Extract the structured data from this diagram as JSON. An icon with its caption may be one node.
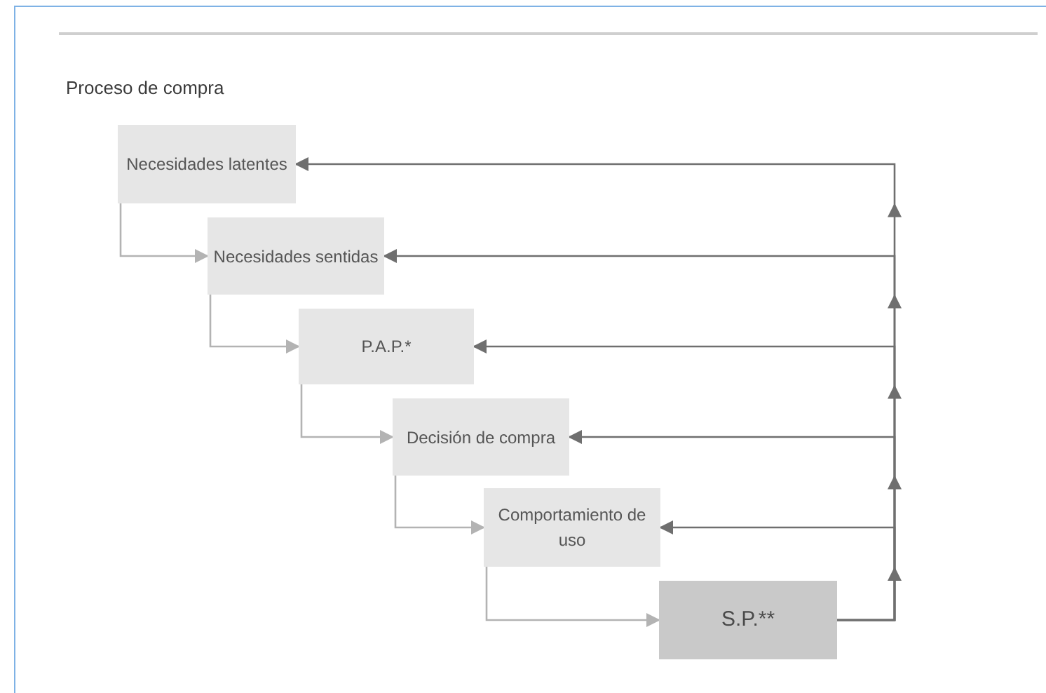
{
  "diagram": {
    "title": "Proceso de compra",
    "nodes": [
      {
        "text": [
          "Necesidades latentes"
        ]
      },
      {
        "text": [
          "Necesidades sentidas"
        ]
      },
      {
        "text": [
          "P.A.P.*"
        ]
      },
      {
        "text": [
          "Decisión de compra"
        ]
      },
      {
        "text": [
          "Comportamiento de uso"
        ]
      },
      {
        "text": [
          "S.P.**"
        ]
      }
    ],
    "edges": [
      {
        "from": 0,
        "to": 1,
        "arrow": "to",
        "color": "#b3b3b3"
      },
      {
        "from": 1,
        "to": 2,
        "arrow": "to",
        "color": "#b3b3b3"
      },
      {
        "from": 2,
        "to": 3,
        "arrow": "to",
        "color": "#b3b3b3"
      },
      {
        "from": 3,
        "to": 4,
        "arrow": "to",
        "color": "#b3b3b3"
      },
      {
        "from": 4,
        "to": 5,
        "arrow": "to",
        "color": "#b3b3b3"
      },
      {
        "from": 5,
        "to": 0,
        "arrow": "to"
      },
      {
        "from": 5,
        "to": 1,
        "arrow": "to"
      },
      {
        "from": 5,
        "to": 2,
        "arrow": "to"
      },
      {
        "from": 5,
        "to": 3,
        "arrow": "to"
      },
      {
        "from": 5,
        "to": 4,
        "arrow": "to"
      }
    ]
  }
}
